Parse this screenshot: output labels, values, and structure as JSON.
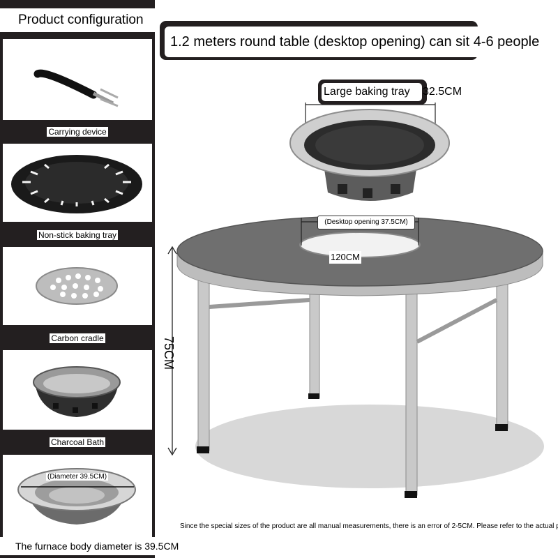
{
  "sidebar": {
    "title": "Product configuration",
    "items": [
      {
        "label": "Carrying device",
        "icon": "carrying-handle-icon"
      },
      {
        "label": "Non-stick baking tray",
        "icon": "baking-tray-icon"
      },
      {
        "label": "Carbon cradle",
        "icon": "carbon-cradle-icon"
      },
      {
        "label": "Charcoal Bath",
        "icon": "charcoal-bath-icon"
      },
      {
        "label": "The furnace body diameter is 39.5CM",
        "icon": "furnace-body-icon"
      }
    ],
    "furnace_inner_label": "(Diameter 39.5CM)"
  },
  "main": {
    "headline": "1.2 meters round table (desktop opening) can sit 4-6 people",
    "tray_label": "Large baking tray",
    "tray_size": "32.5CM",
    "opening_label": "(Desktop opening 37.5CM)",
    "table_diameter": "120CM",
    "table_height": "75CM",
    "note": "Since the special sizes of the product are all manual measurements, there is an error of 2-5CM. Please refer to the actual product."
  },
  "colors": {
    "dark": "#231f20",
    "steel": "#b8b8b8",
    "tabletop": "#6f6f6f"
  }
}
